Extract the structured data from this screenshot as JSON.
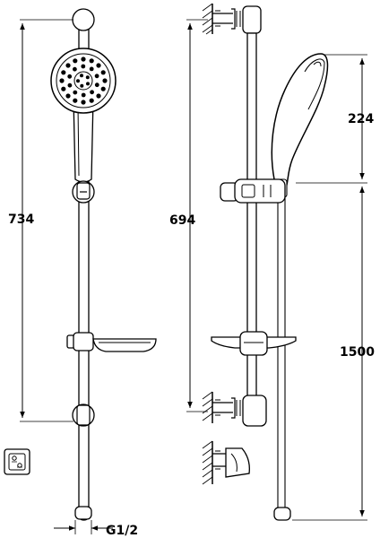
{
  "dimensions": {
    "front_height": "734",
    "side_riser_height": "694",
    "side_head_height": "224",
    "side_total_height": "1500",
    "connection": "G1/2"
  },
  "icons": {
    "wall_bracket": "wall-bracket-icon",
    "shower_head": "shower-head-icon",
    "soap_dish": "soap-dish-icon",
    "slider": "slider-icon"
  }
}
